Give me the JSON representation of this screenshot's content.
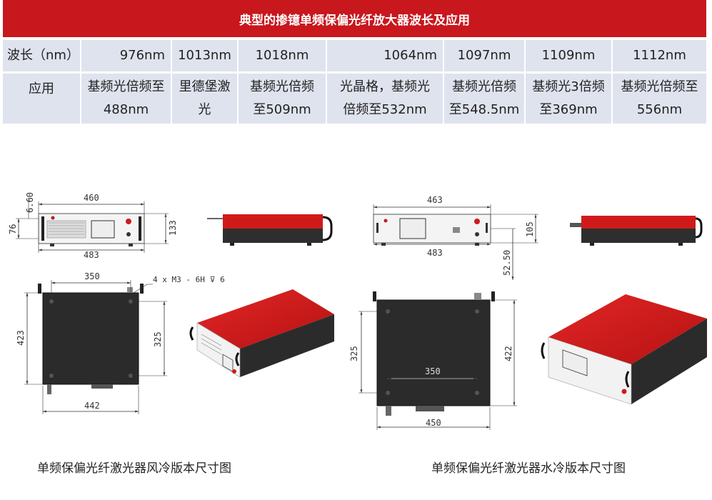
{
  "table": {
    "title": "典型的掺镱单频保偏光纤放大器波长及应用",
    "wavelength_header": "波长（nm）",
    "application_header": "应用",
    "columns": [
      {
        "wavelength": "976nm",
        "app_line1": "基频光倍频至",
        "app_line2": "488nm"
      },
      {
        "wavelength": "1013nm",
        "app_line1": "里德堡激",
        "app_line2": "光"
      },
      {
        "wavelength": "1018nm",
        "app_line1": "基频光倍频",
        "app_line2": "至509nm"
      },
      {
        "wavelength": "1064nm",
        "app_line1": "光晶格，基频光",
        "app_line2": "倍频至532nm"
      },
      {
        "wavelength": "1097nm",
        "app_line1": "基频光倍频",
        "app_line2": "至548.5nm"
      },
      {
        "wavelength": "1109nm",
        "app_line1": "基频光3倍频",
        "app_line2": "至369nm"
      },
      {
        "wavelength": "1112nm",
        "app_line1": "基频光倍频至",
        "app_line2": "556nm"
      }
    ]
  },
  "air_cooled": {
    "caption": "单频保偏光纤激光器风冷版本尺寸图",
    "dims": {
      "front_width": "460",
      "front_bottom": "483",
      "front_height": "133",
      "front_left": "76",
      "front_top": "6.60",
      "top_width": "350",
      "top_bottom": "442",
      "top_height": "423",
      "top_inner": "325",
      "screw_note": "4 x  M3 - 6H ⊽ 6"
    }
  },
  "water_cooled": {
    "caption": "单频保偏光纤激光器水冷版本尺寸图",
    "dims": {
      "front_width": "463",
      "front_bottom": "483",
      "front_height": "105",
      "front_side": "52.50",
      "top_width": "350",
      "top_bottom": "450",
      "top_height": "422",
      "top_inner": "325"
    }
  },
  "colors": {
    "header_red": "#c8171d",
    "table_bg": "#dfe3ee",
    "device_red": "#d01a1a",
    "device_dark": "#2e2e2e"
  }
}
